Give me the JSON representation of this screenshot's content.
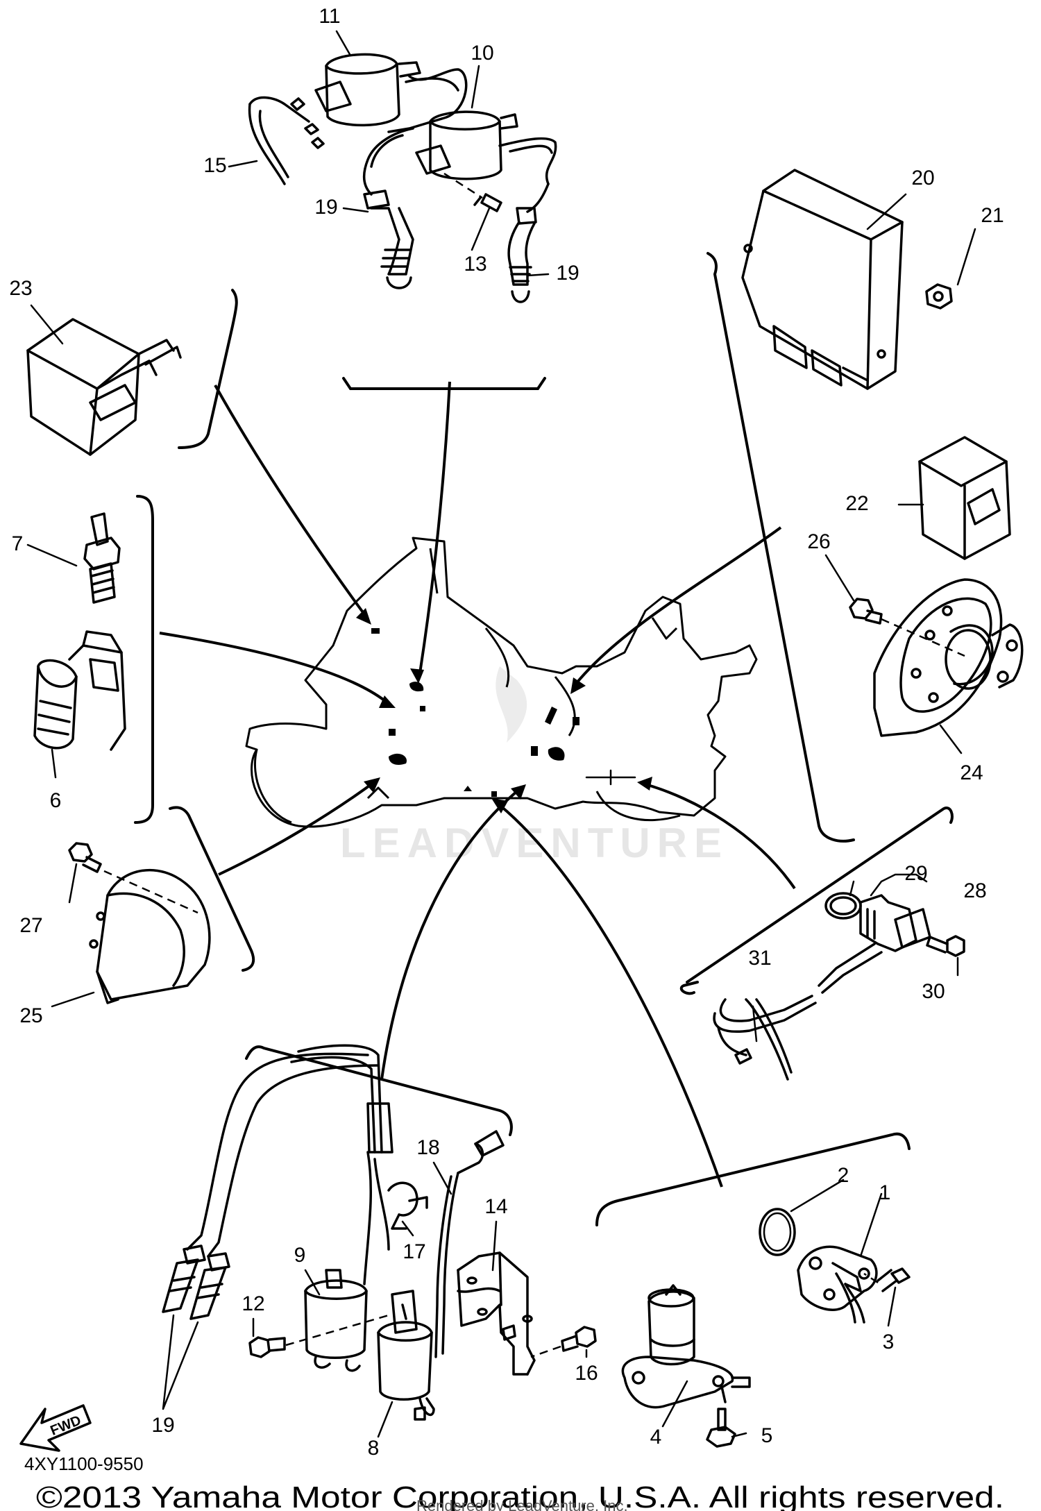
{
  "diagram": {
    "callouts": [
      "1",
      "2",
      "3",
      "4",
      "5",
      "6",
      "7",
      "8",
      "9",
      "10",
      "11",
      "12",
      "13",
      "14",
      "15",
      "16",
      "17",
      "18",
      "19",
      "19",
      "19",
      "20",
      "21",
      "22",
      "23",
      "24",
      "25",
      "26",
      "27",
      "28",
      "29",
      "30",
      "31"
    ],
    "part_code": "4XY1100-9550",
    "copyright": "©2013 Yamaha Motor Corporation, U.S.A. All rights reserved.",
    "rendered_by": "Rendered by LeadVenture, Inc.",
    "watermark": "LEADVENTURE",
    "forward_indicator": "FWD"
  }
}
